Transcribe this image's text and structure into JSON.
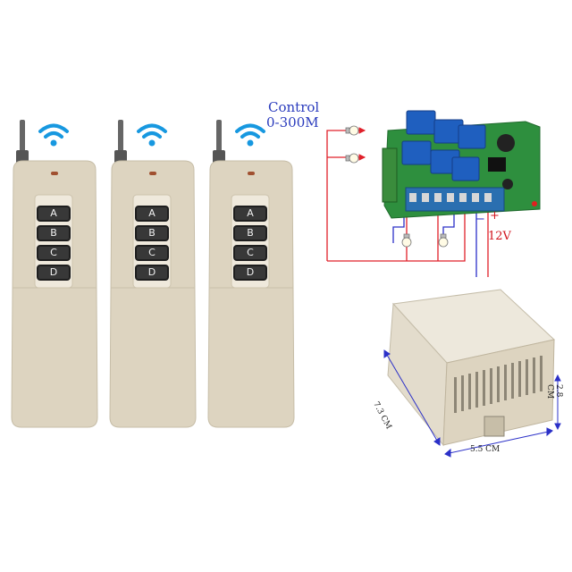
{
  "remotes": [
    {
      "buttons": [
        "A",
        "B",
        "C",
        "D"
      ]
    },
    {
      "buttons": [
        "A",
        "B",
        "C",
        "D"
      ]
    },
    {
      "buttons": [
        "A",
        "B",
        "C",
        "D"
      ]
    }
  ],
  "control_caption": {
    "line1": "Control",
    "line2": "0-300M"
  },
  "wiring": {
    "minus": "−",
    "plus": "+",
    "voltage": "12V"
  },
  "enclosure": {
    "width_dim": "5.5 CM",
    "length_dim": "7.3 CM",
    "height_dim": "2.8 CM"
  },
  "colors": {
    "remote_body": "#ddd4c0",
    "button": "#383838",
    "wifi": "#1798e0",
    "wire_red": "#e0202a",
    "wire_blue": "#2b30c8",
    "pcb": "#2e8f3e",
    "relay": "#1f5fbf"
  }
}
